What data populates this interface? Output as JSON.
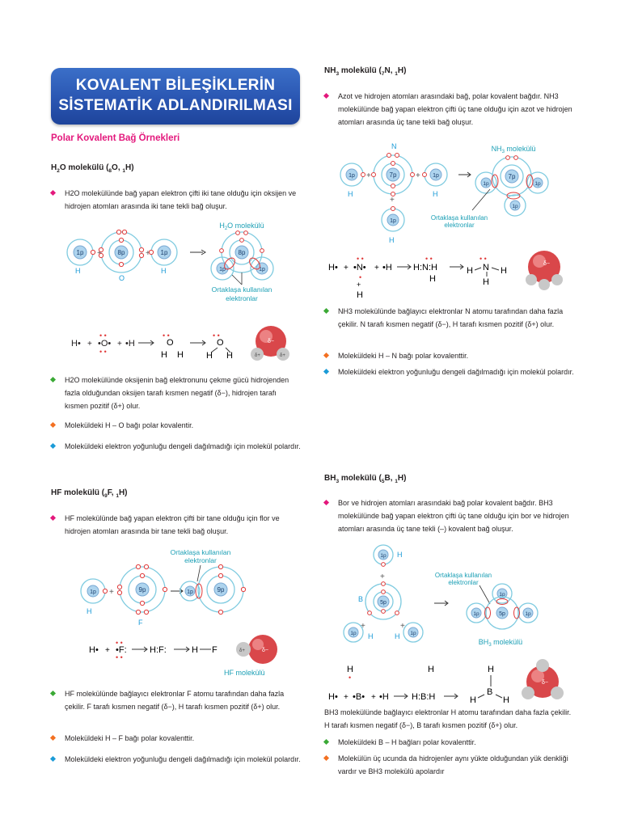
{
  "banner": {
    "line1": "KOVALENT BİLEŞİKLERİN",
    "line2": "SİSTEMATİK ADLANDIRILMASI"
  },
  "section_title": "Polar Kovalent Bağ Örnekleri",
  "h2o": {
    "heading": "H2O molekülü (8O, 1H)",
    "intro": "H2O molekülünde bağ yapan elektron çifti iki tane olduğu için oksijen ve hidrojen atomları arasında iki tane tekli bağ oluşur.",
    "diagram_title": "H2O molekülü",
    "shared_label": "Ortaklaşa kullanılan elektronlar",
    "atom_h": "H",
    "atom_o": "O",
    "p1": "1p",
    "p8": "8p",
    "b1": "H2O molekülünde oksijenin bağ elektronunu çekme gücü hidrojenden fazla olduğundan oksijen tarafı kısmen negatif (δ−), hidrojen tarafı kısmen pozitif (δ+) olur.",
    "b2": "Moleküldeki  H – O bağı polar kovalentir.",
    "b3": "Moleküldeki elektron yoğunluğu dengeli dağılmadığı için molekül polardır."
  },
  "hf": {
    "heading": "HF molekülü (9F, 1H)",
    "intro": "HF molekülünde bağ yapan elektron çifti bir tane olduğu için flor ve hidrojen atomları arasında bir tane tekli bağ oluşur.",
    "shared_label": "Ortaklaşa kullanılan elektronlar",
    "atom_h": "H",
    "atom_f": "F",
    "p9": "9p",
    "p1": "1p",
    "diagram_title": "HF molekülü",
    "b1": "HF molekülünde bağlayıcı elektronlar F atomu tarafından daha fazla çekilir. F tarafı kısmen negatif (δ−), H tarafı kısmen pozitif (δ+) olur.",
    "b2": "Moleküldeki  H – F  bağı polar kovalenttir.",
    "b3": "Moleküldeki elektron yoğunluğu dengeli dağılmadığı için molekül polardır."
  },
  "nh3": {
    "heading": "NH3 molekülü (7N, 1H)",
    "intro": "Azot ve hidrojen atomları arasındaki bağ, polar kovalent bağdır. NH3 molekülünde bağ yapan elektron çifti üç tane olduğu için azot ve hidrojen atomları arasında üç tane tekli bağ oluşur.",
    "diagram_title": "NH3 molekülü",
    "shared_label": "Ortaklaşa kullanılan elektronlar",
    "atom_n": "N",
    "atom_h": "H",
    "p7": "7p",
    "p1": "1p",
    "b1": "NH3 molekülünde bağlayıcı elektronlar N atomu tarafından daha fazla çekilir. N tarafı kısmen negatif (δ−), H tarafı kısmen pozitif (δ+) olur.",
    "b2": "Moleküldeki  H – N  bağı polar kovalenttir.",
    "b3": "Moleküldeki elektron yoğunluğu dengeli dağılmadığı için molekül polardır."
  },
  "bh3": {
    "heading": "BH3 molekülü (5B, 1H)",
    "intro": "Bor ve hidrojen atomları arasındaki bağ polar kovalent bağdır. BH3 molekülünde bağ yapan elektron çifti üç tane olduğu için bor ve hidrojen atomları arasında üç tane tekli (–) kovalent bağ oluşur.",
    "diagram_title": "BH3 molekülü",
    "shared_label": "Ortaklaşa kullanılan elektronlar",
    "atom_b": "B",
    "atom_h": "H",
    "p5": "5p",
    "p1": "1p",
    "b0": "BH3 molekülünde bağlayıcı elektronlar H atomu tarafından daha fazla çekilir. H tarafı kısmen negatif (δ−), B tarafı kısmen pozitif (δ+) olur.",
    "b1": "Moleküldeki  B – H bağları polar kovalenttir.",
    "b2": "Molekülün üç ucunda da hidrojenler aynı yükte olduğundan yük denkliği vardır ve BH3 molekülü apolardır"
  },
  "symbols": {
    "plus": "+",
    "arrow": "→",
    "dminus": "δ−",
    "dplus": "δ+"
  },
  "colors": {
    "pink": "#e3187c",
    "green": "#3aa935",
    "orange": "#f37021",
    "blue": "#1b9bd7",
    "orbit": "#7fcbe0",
    "electron": "#e03a3a"
  }
}
